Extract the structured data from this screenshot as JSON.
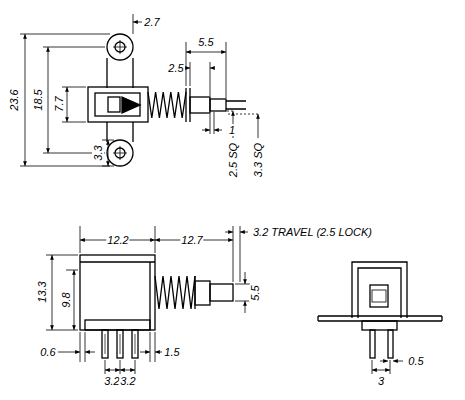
{
  "diagram": {
    "labels": [
      "2.7",
      "5.5",
      "23.6",
      "18.5",
      "7.7",
      "2.5",
      "3.3",
      "1",
      "2.5 SQ",
      "3.3 SQ",
      "3.2 TRAVEL (2.5 LOCK)",
      "12.2",
      "12.7",
      "13.3",
      "9.8",
      "5.5",
      "0.6",
      "1.5",
      "3.2",
      "3.2",
      "0.5",
      "3"
    ]
  }
}
